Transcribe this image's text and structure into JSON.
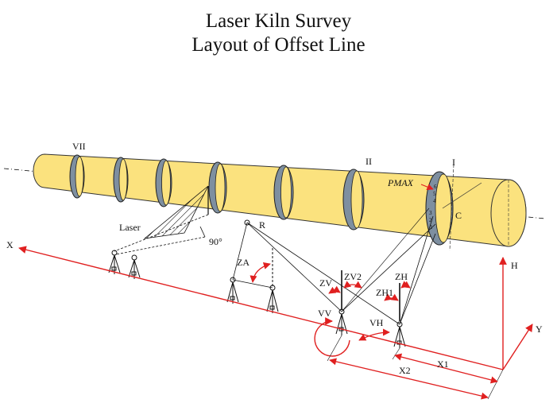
{
  "title": {
    "line1": "Laser Kiln Survey",
    "line2": "Layout of Offset Line"
  },
  "labels": {
    "tire_vii": "VII",
    "tire_ii": "II",
    "tire_i": "I",
    "pmax": "PMAX",
    "center": "C",
    "laser": "Laser",
    "right_angle": "90°",
    "point_r": "R",
    "axis_x": "X",
    "axis_h": "H",
    "axis_y": "Y",
    "za": "ZA",
    "zv": "ZV",
    "zv2": "ZV2",
    "zh": "ZH",
    "zh1": "ZH1",
    "vv": "VV",
    "vh": "VH",
    "x1": "X1",
    "x2": "X2",
    "pos6": "6",
    "pos5": "5",
    "pos4": "4",
    "pos3": "3",
    "pos2": "2",
    "pos1": "1"
  },
  "colors": {
    "kiln_fill": "#FBE27E",
    "kiln_stroke": "#333333",
    "tire_fill": "#7E8FA0",
    "red": "#E02020",
    "line": "#111111"
  }
}
